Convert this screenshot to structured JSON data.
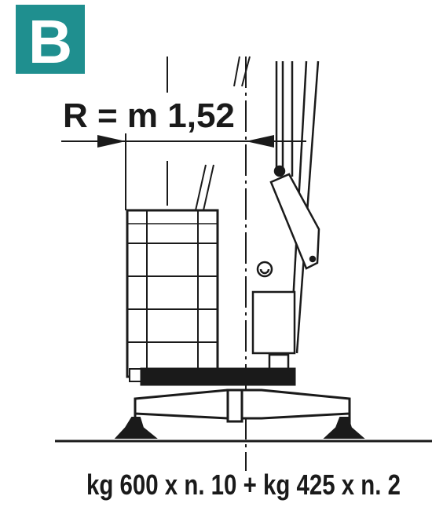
{
  "badge": {
    "letter": "B",
    "color": "#1f8f8f",
    "text_color": "#ffffff"
  },
  "radius_label": "R = m 1,52",
  "caption": "kg 600 x n. 10 + kg 425 x n. 2",
  "colors": {
    "ink": "#1a1a1a",
    "paper": "#ffffff"
  },
  "ballast": {
    "blocks_600kg": 10,
    "blocks_425kg": 2
  }
}
